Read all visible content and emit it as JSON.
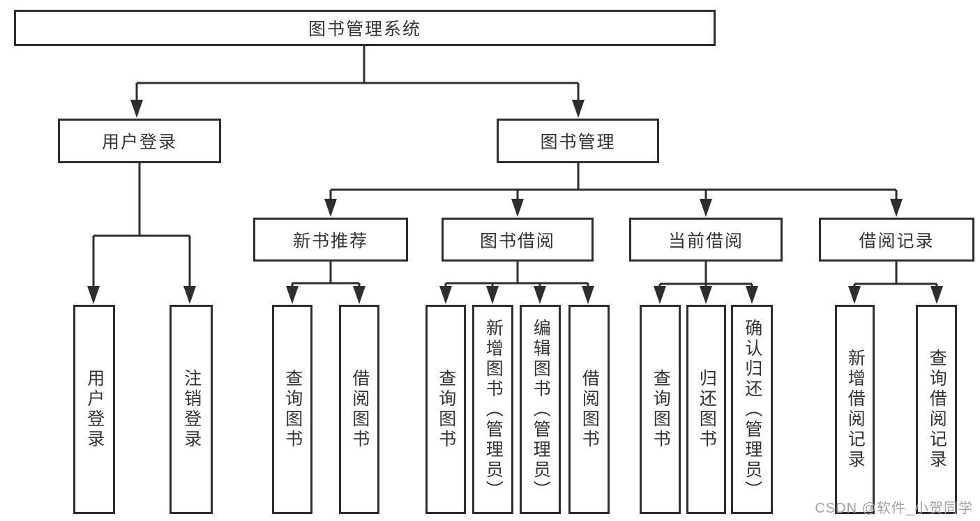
{
  "diagram": {
    "root": {
      "label": "图书管理系统"
    },
    "branches": [
      {
        "label": "用户登录",
        "children": [
          {
            "label": "用户登录"
          },
          {
            "label": "注销登录"
          }
        ]
      },
      {
        "label": "图书管理",
        "children": [
          {
            "label": "新书推荐",
            "children": [
              {
                "label": "查询图书"
              },
              {
                "label": "借阅图书"
              }
            ]
          },
          {
            "label": "图书借阅",
            "children": [
              {
                "label": "查询图书"
              },
              {
                "label": "新增图书（管理员）"
              },
              {
                "label": "编辑图书（管理员）"
              },
              {
                "label": "借阅图书"
              }
            ]
          },
          {
            "label": "当前借阅",
            "children": [
              {
                "label": "查询图书"
              },
              {
                "label": "归还图书"
              },
              {
                "label": "确认归还（管理员）"
              }
            ]
          },
          {
            "label": "借阅记录",
            "children": [
              {
                "label": "新增借阅记录"
              },
              {
                "label": "查询借阅记录"
              }
            ]
          }
        ]
      }
    ]
  },
  "watermark": {
    "label": "CSDN @软件_小贺同学"
  },
  "colors": {
    "line": "#2e2e2e",
    "text": "#333333",
    "watermark": "#a2a2a2",
    "background": "#ffffff"
  }
}
